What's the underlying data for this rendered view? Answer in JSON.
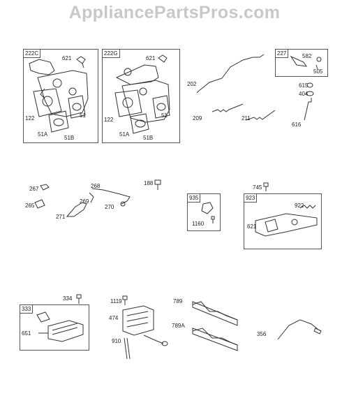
{
  "watermark": "AppliancePartsPros.com",
  "groups": {
    "g222c": {
      "tag": "222C",
      "parts": {
        "p621": "621",
        "p122": "122",
        "p51": "51",
        "p51a": "51A",
        "p51b": "51B"
      }
    },
    "g222g": {
      "tag": "222G",
      "parts": {
        "p621": "621",
        "p122": "122",
        "p51": "51",
        "p51a": "51A",
        "p51b": "51B"
      }
    },
    "g227": {
      "tag": "227",
      "parts": {
        "p582": "582",
        "p505": "505"
      }
    },
    "g935": {
      "tag": "935",
      "parts": {
        "p1160": "1160"
      }
    },
    "g923": {
      "tag": "923",
      "parts": {
        "p922": "922",
        "p621": "621"
      }
    },
    "g333": {
      "tag": "333",
      "parts": {
        "p651": "651"
      }
    }
  },
  "loose_parts": {
    "p202": "202",
    "p209": "209",
    "p211": "211",
    "p615": "615",
    "p404": "404",
    "p616": "616",
    "p188": "188",
    "p267": "267",
    "p265": "265",
    "p268": "268",
    "p269": "269",
    "p271": "271",
    "p270": "270",
    "p745": "745",
    "p334": "334",
    "p1119": "1119",
    "p474": "474",
    "p910": "910",
    "p789": "789",
    "p789a": "789A",
    "p356": "356"
  }
}
